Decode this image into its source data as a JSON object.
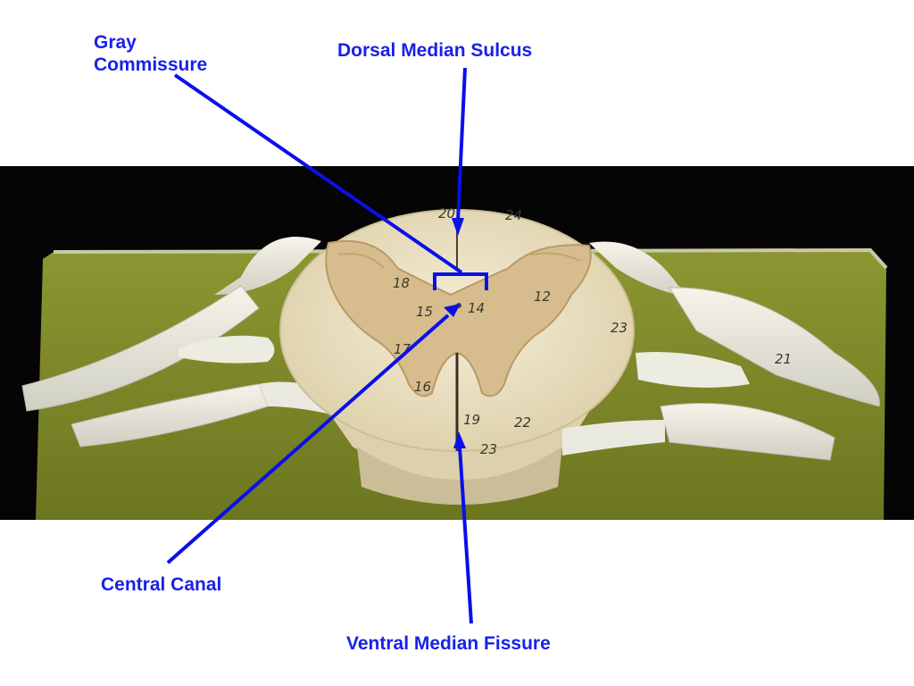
{
  "labels": {
    "gray_commissure": "Gray\nCommissure",
    "dorsal_median_sulcus": "Dorsal Median Sulcus",
    "central_canal": "Central Canal",
    "ventral_median_fissure": "Ventral Median Fissure"
  },
  "model_numbers": [
    "20",
    "24",
    "18",
    "12",
    "15",
    "14",
    "23",
    "21",
    "16",
    "19",
    "22",
    "23",
    "17"
  ],
  "colors": {
    "label_text": "#1a22e6",
    "pointer_line": "#0a10e8",
    "background_band": "#050505",
    "board": "#7f8a2a",
    "white_matter": "#ece2c4",
    "gray_matter": "#d4b98c"
  }
}
